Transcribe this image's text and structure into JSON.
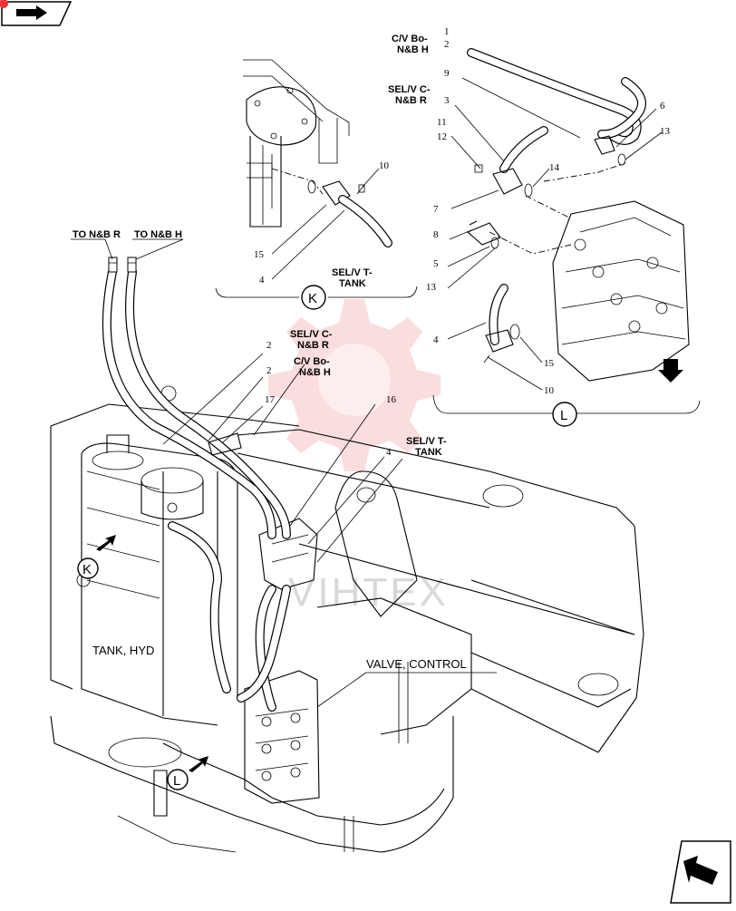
{
  "nav": {
    "top_icon": "back-arrow-icon",
    "bottom_icon": "next-arrow-icon"
  },
  "watermark": {
    "text": "VIHTEX",
    "color": "#e83a3a"
  },
  "labels": {
    "cv_bo_nb_h_top": [
      "C/V Bo-",
      "N&B H"
    ],
    "sel_c_nb_r_top": [
      "SEL/V C-",
      "N&B R"
    ],
    "sel_t_tank_k": [
      "SEL/V T-",
      "TANK"
    ],
    "to_nb_r": "TO N&B R",
    "to_nb_h": "TO N&B H",
    "sel_c_nb_r_mid": [
      "SEL/V C-",
      "N&B R"
    ],
    "cv_bo_nb_h_mid": [
      "C/V Bo-",
      "N&B H"
    ],
    "sel_t_tank_mid": [
      "SEL/V T-",
      "TANK"
    ],
    "tank_hyd": "TANK, HYD",
    "valve_control": "VALVE, CONTROL"
  },
  "callouts": {
    "view_k": "K",
    "view_l": "L"
  },
  "part_numbers": {
    "n1": "1",
    "n2a": "2",
    "n9": "9",
    "n3": "3",
    "n11": "11",
    "n12": "12",
    "n6": "6",
    "n13a": "13",
    "n14": "14",
    "n7": "7",
    "n8": "8",
    "n5": "5",
    "n13b": "13",
    "n10a": "10",
    "n15a": "15",
    "n4a": "4",
    "n4b": "4",
    "n15b": "15",
    "n10b": "10",
    "n2b": "2",
    "n2c": "2",
    "n17": "17",
    "n16": "16",
    "n4c": "4"
  }
}
